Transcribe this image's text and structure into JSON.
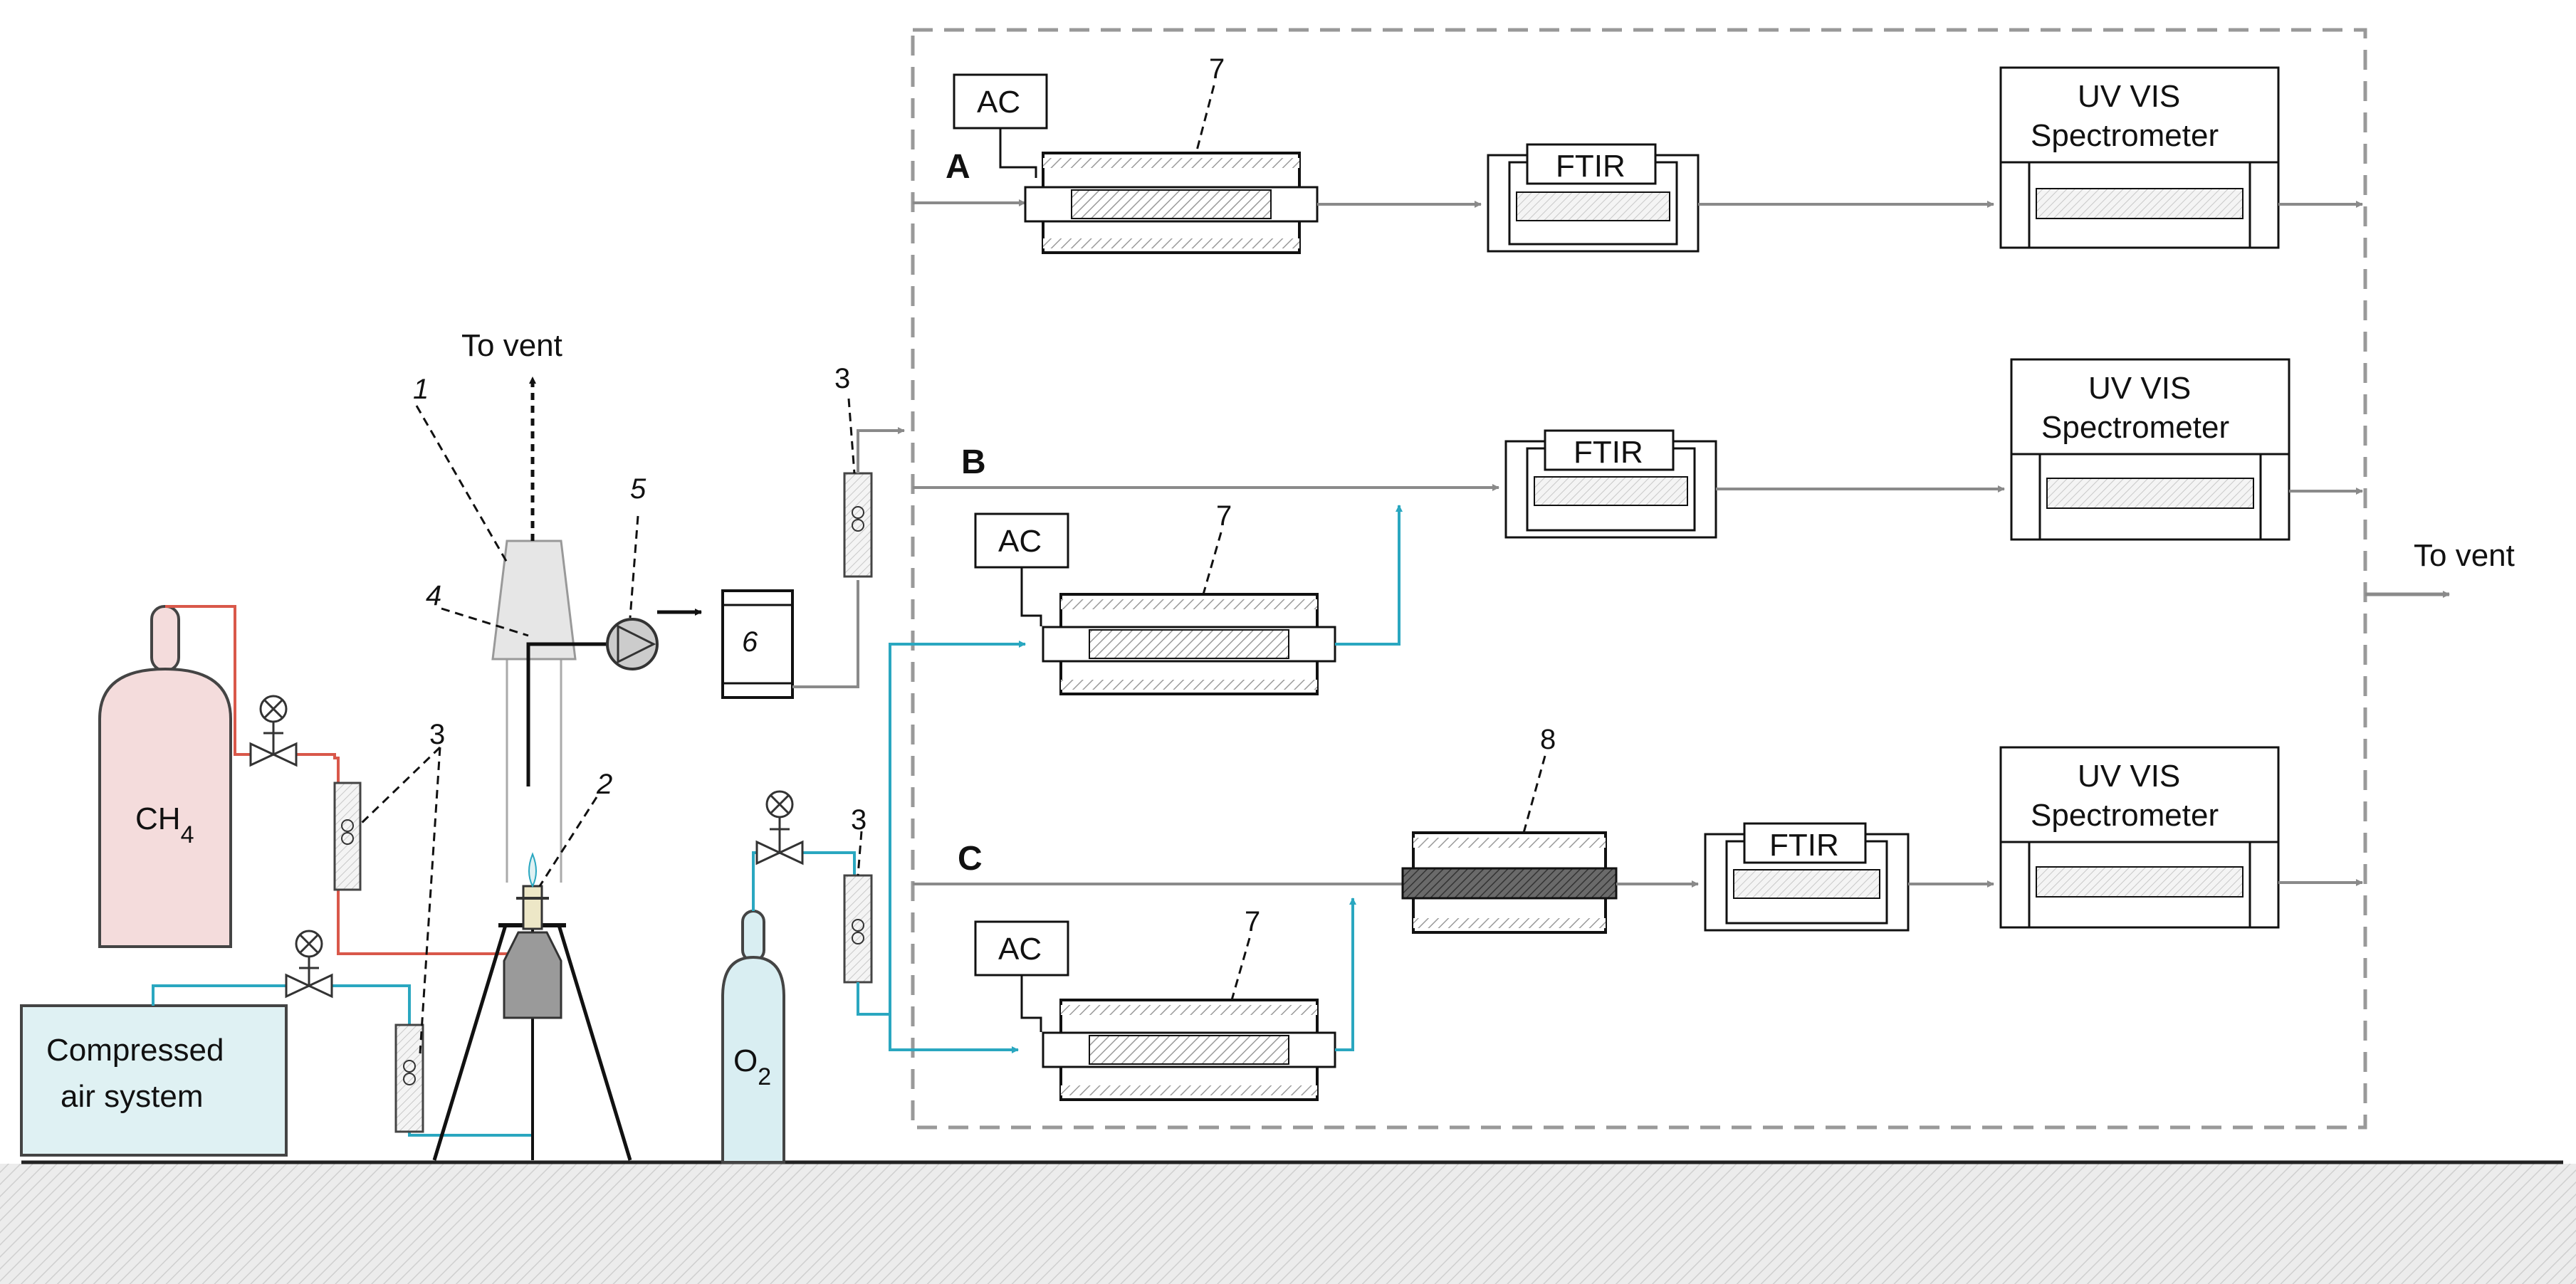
{
  "labels": {
    "to_vent_top": "To vent",
    "to_vent_right": "To vent",
    "ch4": "CH4",
    "o2": "O2",
    "compressed_line1": "Compressed",
    "compressed_line2": "air system",
    "ac": "AC",
    "ftir": "FTIR",
    "uv_line1": "UV VIS",
    "uv_line2": "Spectrometer",
    "branch_a": "A",
    "branch_b": "B",
    "branch_c": "C"
  },
  "numbers": {
    "n1": "1",
    "n2": "2",
    "n3": "3",
    "n4": "4",
    "n5": "5",
    "n6": "6",
    "n7": "7",
    "n8": "8"
  },
  "colors": {
    "gas_line_red": "#d9584a",
    "air_line_cyan": "#2aa7c0",
    "flow_gray": "#8a8a8a",
    "ch4_fill": "#f4dcdc",
    "o2_fill": "#d9eef2",
    "air_box_fill": "#dff1f3",
    "dashed_box": "#999999"
  }
}
